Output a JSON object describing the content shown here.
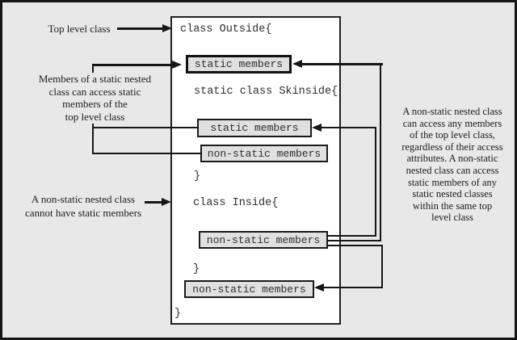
{
  "colors": {
    "background": "#e8e8e8",
    "frame": "#161616",
    "main_box_fill": "#ffffff",
    "member_box_fill": "#e0e0e0",
    "line": "#161616"
  },
  "code": {
    "outside_open": "class Outside{",
    "skinside_open": "static class Skinside{",
    "skinside_close": "}",
    "inside_open": "class Inside{",
    "inside_close": "}",
    "outside_close": "}"
  },
  "member_boxes": {
    "outside_static": "static members",
    "skinside_static": "static members",
    "skinside_nonstatic": "non-static members",
    "inside_nonstatic": "non-static members",
    "outside_nonstatic": "non-static members"
  },
  "annotations": {
    "top_level": "Top level class",
    "static_note": "Members of a static nested\nclass can access static\nmembers of the\ntop level class",
    "nonstatic_note": "A non-static nested class\ncannot have static members",
    "right_note": "A non-static nested class\ncan access any members\nof the top level class,\nregardless of their access\nattributes. A non-static\nnested class can access\nstatic members of any\nstatic nested classes\nwithin the same top\nlevel class"
  }
}
